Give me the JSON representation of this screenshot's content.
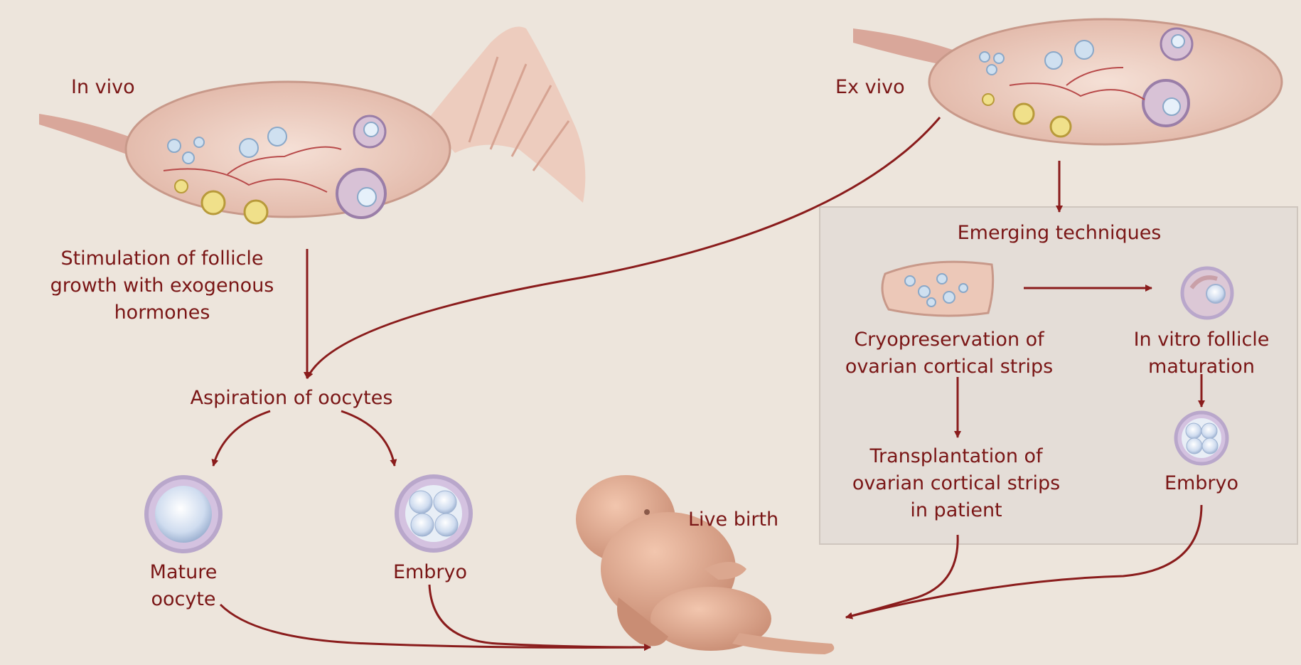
{
  "labels": {
    "in_vivo": "In vivo",
    "ex_vivo": "Ex vivo",
    "stimulation": [
      "Stimulation of follicle",
      "growth with exogenous",
      "hormones"
    ],
    "aspiration": "Aspiration of oocytes",
    "mature_oocyte": [
      "Mature",
      "oocyte"
    ],
    "embryo_left": "Embryo",
    "live_birth": "Live birth",
    "emerging": "Emerging techniques",
    "cryo": [
      "Cryopreservation of",
      "ovarian cortical strips"
    ],
    "ivf_maturation": [
      "In vitro follicle",
      "maturation"
    ],
    "transplantation": [
      "Transplantation of",
      "ovarian cortical strips",
      "in patient"
    ],
    "embryo_right": "Embryo"
  },
  "colors": {
    "background": "#ede5dc",
    "arrow": "#8a1c1c",
    "text": "#7a1616",
    "panel": "#e4ddd7",
    "ovary": "#f0d2c4",
    "follicle": "#bcd4e8",
    "cell_ring": "#b9a7cb"
  }
}
